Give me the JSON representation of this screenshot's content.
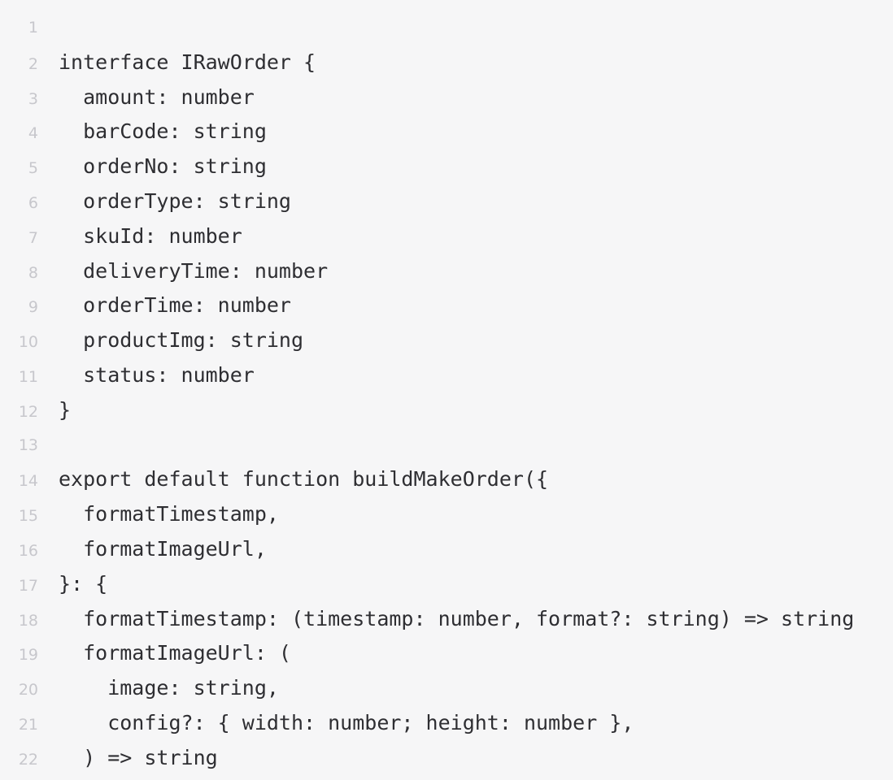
{
  "editor": {
    "language": "typescript",
    "background_color": "#f6f6f7",
    "code_text_color": "#2e2e32",
    "line_number_color": "#c7c7cc",
    "lines": [
      {
        "number": "1",
        "code": ""
      },
      {
        "number": "2",
        "code": "interface IRawOrder {"
      },
      {
        "number": "3",
        "code": "  amount: number"
      },
      {
        "number": "4",
        "code": "  barCode: string"
      },
      {
        "number": "5",
        "code": "  orderNo: string"
      },
      {
        "number": "6",
        "code": "  orderType: string"
      },
      {
        "number": "7",
        "code": "  skuId: number"
      },
      {
        "number": "8",
        "code": "  deliveryTime: number"
      },
      {
        "number": "9",
        "code": "  orderTime: number"
      },
      {
        "number": "10",
        "code": "  productImg: string"
      },
      {
        "number": "11",
        "code": "  status: number"
      },
      {
        "number": "12",
        "code": "}"
      },
      {
        "number": "13",
        "code": ""
      },
      {
        "number": "14",
        "code": "export default function buildMakeOrder({"
      },
      {
        "number": "15",
        "code": "  formatTimestamp,"
      },
      {
        "number": "16",
        "code": "  formatImageUrl,"
      },
      {
        "number": "17",
        "code": "}: {"
      },
      {
        "number": "18",
        "code": "  formatTimestamp: (timestamp: number, format?: string) => string"
      },
      {
        "number": "19",
        "code": "  formatImageUrl: ("
      },
      {
        "number": "20",
        "code": "    image: string,"
      },
      {
        "number": "21",
        "code": "    config?: { width: number; height: number },"
      },
      {
        "number": "22",
        "code": "  ) => string"
      }
    ]
  }
}
